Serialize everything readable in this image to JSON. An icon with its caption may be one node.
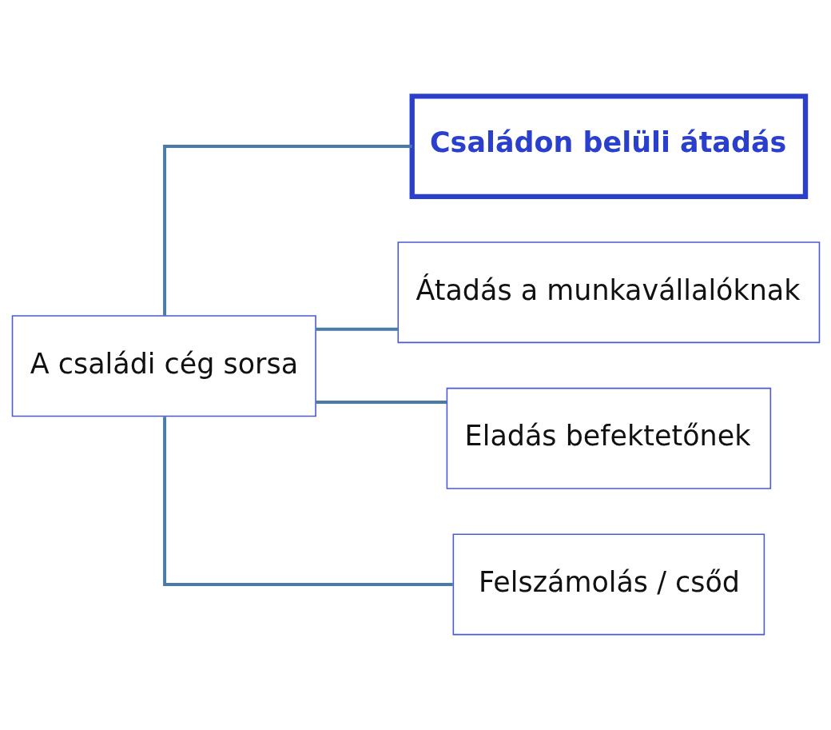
{
  "diagram": {
    "nodes": [
      {
        "text": [
          "A családi cég sorsa"
        ]
      },
      {
        "text": [
          "Családon belüli átadás"
        ]
      },
      {
        "text": [
          "Átadás a munkavállalóknak"
        ]
      },
      {
        "text": [
          "Eladás befektetőnek"
        ]
      },
      {
        "text": [
          "Felszámolás / csőd"
        ]
      }
    ],
    "edges": [
      {
        "from": 0,
        "to": 1,
        "arrow": "none"
      },
      {
        "from": 0,
        "to": 2,
        "arrow": "none"
      },
      {
        "from": 0,
        "to": 3,
        "arrow": "none"
      },
      {
        "from": 0,
        "to": 4,
        "arrow": "none"
      }
    ]
  }
}
